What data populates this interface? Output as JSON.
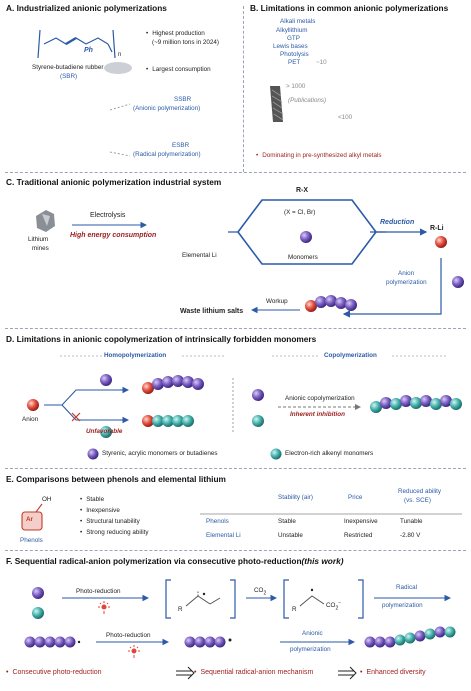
{
  "panel_a": {
    "title": "A. Industrialized anionic polymerizations",
    "sbr_label_1": "Styrene-butadiene rubber",
    "sbr_label_2": "(SBR)",
    "ph": "Ph",
    "n": "n",
    "bullets": [
      "Highest production",
      "(~9 million tons in 2024)",
      "Largest consumption"
    ],
    "ssbr": "SSBR",
    "ssbr_sub": "(Anionic polymerization)",
    "esbr": "ESBR",
    "esbr_sub": "(Radical polymerization)"
  },
  "panel_b": {
    "title": "B. Limitations in common anionic polymerizations",
    "methods": [
      "Alkali metals",
      "Alkyllithium",
      "GTP",
      "Lewis bases",
      "Photolysis",
      "PET"
    ],
    "pet_count": "~10",
    "gt1000": "> 1000",
    "publications": "(Publications)",
    "lt100": "<100",
    "note": "Dominating in pre-synthesized alkyl metals"
  },
  "panel_c": {
    "title": "C. Traditional anionic polymerization industrial system",
    "lithium_mines_1": "Lithium",
    "lithium_mines_2": "mines",
    "electrolysis": "Electrolysis",
    "high_energy": "High energy consumption",
    "elemental_li": "Elemental Li",
    "rx": "R-X",
    "x_eq": "(X = Cl, Br)",
    "monomers": "Monomers",
    "reduction": "Reduction",
    "rli": "R-Li",
    "anion_polymerization_1": "Anion",
    "anion_polymerization_2": "polymerization",
    "workup": "Workup",
    "waste": "Waste lithium salts"
  },
  "panel_d": {
    "title": "D. Limitations in anionic copolymerization of intrinsically forbidden monomers",
    "homo": "Homopolymerization",
    "copo": "Copolymerization",
    "anion": "Anion",
    "unfavorable": "Unfavorable",
    "anionic_copo": "Anionic copolymerization",
    "inherent": "Inherent inhibition",
    "legend_purple": "Styrenic, acrylic monomers or butadienes",
    "legend_teal": "Electron-rich alkenyl monomers"
  },
  "panel_e": {
    "title": "E. Comparisons between phenols and elemental lithium",
    "ar": "Ar",
    "oh": "OH",
    "phenols_label": "Phenols",
    "bullets": [
      "Stable",
      "Inexpensive",
      "Structural tunability",
      "Strong reducing ability"
    ],
    "headers": [
      "Stability (air)",
      "Price",
      "Reduced ability",
      "(vs. SCE)"
    ],
    "rows": [
      {
        "name": "Phenols",
        "stability": "Stable",
        "price": "Inexpensive",
        "ability": "Tunable"
      },
      {
        "name": "Elemental Li",
        "stability": "Unstable",
        "price": "Restricted",
        "ability": "-2.80 V"
      }
    ]
  },
  "panel_f": {
    "title": "F. Sequential radical-anion polymerization via consecutive photo-reduction",
    "title_em": "(this work)",
    "photo_reduction": "Photo-reduction",
    "co2": "CO",
    "co2_sub": "2",
    "r": "R",
    "r2": "R",
    "co2minus": "CO",
    "co2minus_sub": "2",
    "radical_1": "Radical",
    "radical_2": "polymerization",
    "photo_reduction_2": "Photo-reduction",
    "anionic_1": "Anionic",
    "anionic_2": "polymerization",
    "summary": [
      "Consecutive photo-reduction",
      "Sequential radical-anion mechanism",
      "Enhanced diversity"
    ]
  },
  "colors": {
    "purple": "#6a4fb3",
    "teal": "#3aa8a6",
    "red": "#e0453a",
    "blue": "#2b5aa6",
    "darkred": "#9b1c1c"
  }
}
